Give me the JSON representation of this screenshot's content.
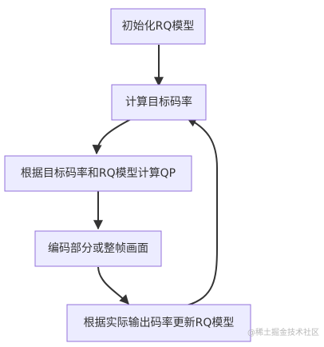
{
  "nodes": [
    {
      "id": "init",
      "label": "初始化RQ模型"
    },
    {
      "id": "calc",
      "label": "计算目标码率"
    },
    {
      "id": "qp",
      "label": "根据目标码率和RQ模型计算QP"
    },
    {
      "id": "encode",
      "label": "编码部分或整帧画面"
    },
    {
      "id": "update",
      "label": "根据实际输出码率更新RQ模型"
    }
  ],
  "edges": [
    {
      "from": "init",
      "to": "calc"
    },
    {
      "from": "calc",
      "to": "qp"
    },
    {
      "from": "qp",
      "to": "encode"
    },
    {
      "from": "encode",
      "to": "update"
    },
    {
      "from": "update",
      "to": "calc"
    }
  ],
  "colors": {
    "node_fill": "#ececff",
    "node_stroke": "#9370db",
    "edge": "#333333",
    "text": "#333333"
  },
  "watermark": "@稀土掘金技术社区"
}
